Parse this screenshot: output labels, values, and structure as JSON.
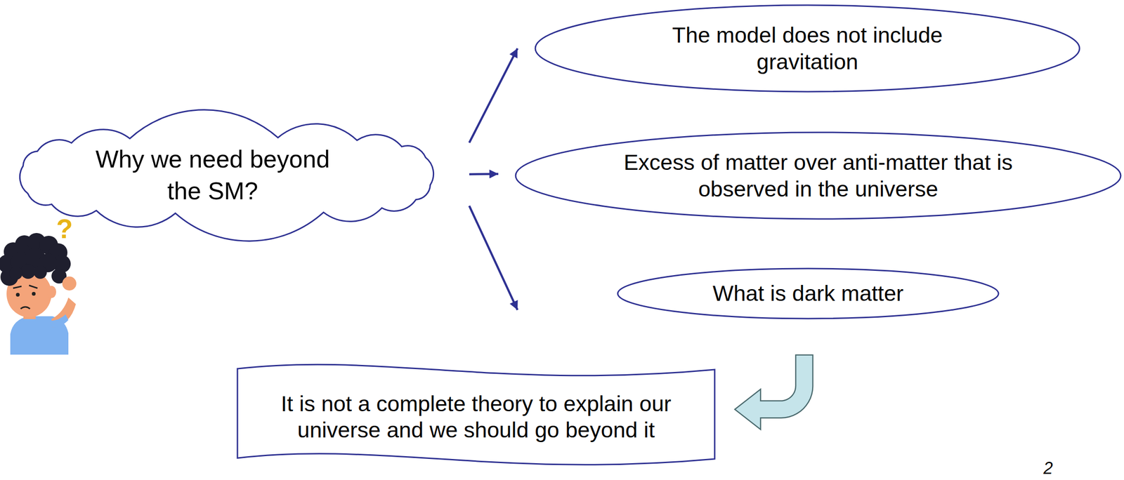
{
  "diagram": {
    "nodes": [
      {
        "text": [
          "Why we need beyond the SM?"
        ]
      },
      {
        "text": [
          "The model does not include gravitation"
        ]
      },
      {
        "text": [
          "Excess of matter over anti-matter that is observed in the universe"
        ]
      },
      {
        "text": [
          "What is dark matter"
        ]
      },
      {
        "text": [
          "It is not a complete theory to explain our universe and we should go beyond it"
        ]
      }
    ],
    "edges": [
      {
        "from": 0,
        "to": 1,
        "arrow": "to"
      },
      {
        "from": 0,
        "to": 2,
        "arrow": "to"
      },
      {
        "from": 0,
        "to": 3,
        "arrow": "to"
      },
      {
        "from": 3,
        "to": 4,
        "arrow": "to"
      }
    ],
    "labels": [
      "2",
      "?"
    ]
  }
}
